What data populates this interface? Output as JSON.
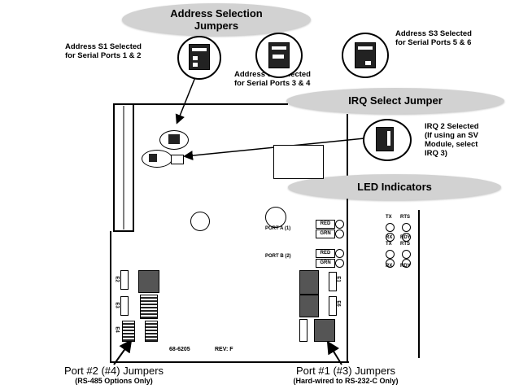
{
  "ovals": {
    "address": "Address Selection\nJumpers",
    "irq": "IRQ Select Jumper",
    "led": "LED Indicators"
  },
  "callouts": {
    "s1": "Address S1 Selected\nfor Serial Ports 1 & 2",
    "s2": "Address S2 Selected\nfor Serial Ports 3 & 4",
    "s3": "Address S3 Selected\nfor Serial Ports 5 & 6",
    "irq2": "IRQ 2 Selected\n(If using an SV\nModule, select\nIRQ 3)"
  },
  "board": {
    "port_a": "PORT A (1)",
    "port_b": "PORT B (2)",
    "red": "RED",
    "grn": "GRN",
    "part_no": "68-6205",
    "rev": "REV: F",
    "jumper_labels": [
      "E2",
      "E3",
      "E4",
      "E1",
      "E6"
    ]
  },
  "led_side": {
    "tx": "TX",
    "rts": "RTS",
    "rx": "RX",
    "rdy": "RDY"
  },
  "bottom": {
    "port2_title": "Port #2 (#4) Jumpers",
    "port2_sub": "(RS-485 Options Only)",
    "port1_title": "Port #1 (#3) Jumpers",
    "port1_sub": "(Hard-wired to RS-232-C Only)"
  }
}
